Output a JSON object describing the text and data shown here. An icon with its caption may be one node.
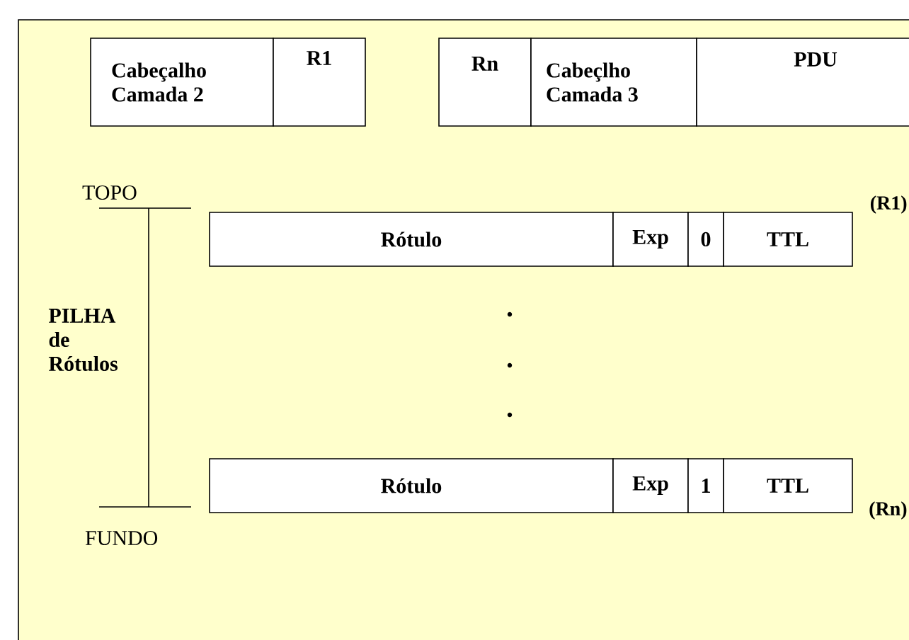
{
  "diagram": {
    "nodes": [
      {
        "text": [
          "Cabeçalho Camada 2"
        ]
      },
      {
        "text": [
          "R1"
        ]
      },
      {
        "text": [
          "Rn"
        ]
      },
      {
        "text": [
          "Cabeçlho Camada 3"
        ]
      },
      {
        "text": [
          "PDU"
        ]
      },
      {
        "text": [
          "Rótulo"
        ]
      },
      {
        "text": [
          "Exp"
        ]
      },
      {
        "text": [
          "0"
        ]
      },
      {
        "text": [
          "TTL"
        ],
        "beside": [
          "(R1)"
        ]
      },
      {
        "text": [
          "Rótulo"
        ]
      },
      {
        "text": [
          "Exp"
        ]
      },
      {
        "text": [
          "1"
        ]
      },
      {
        "text": [
          "TTL"
        ],
        "beside": [
          "(Rn)"
        ]
      }
    ],
    "labels": [
      "TOPO",
      "PILHA de Rótulos",
      "FUNDO"
    ]
  }
}
